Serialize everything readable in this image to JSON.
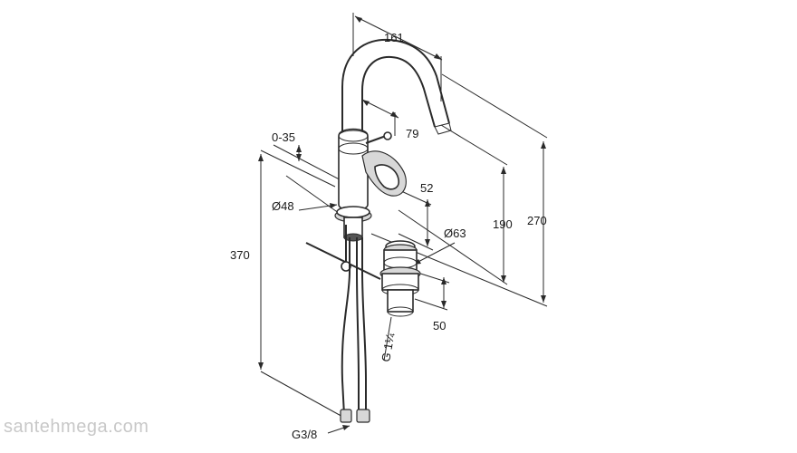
{
  "dimensions": {
    "reach": "161",
    "spout_height_offset": "79",
    "pop_up_adjust": "0-35",
    "lever_height": "52",
    "base_diameter": "Ø48",
    "max_height": "270",
    "spout_height": "190",
    "pipe_length": "370",
    "drain_diameter": "Ø63",
    "drain_height": "50",
    "drain_thread": "G 1¼",
    "supply_thread": "G3/8"
  },
  "watermark": "santehmega.com"
}
